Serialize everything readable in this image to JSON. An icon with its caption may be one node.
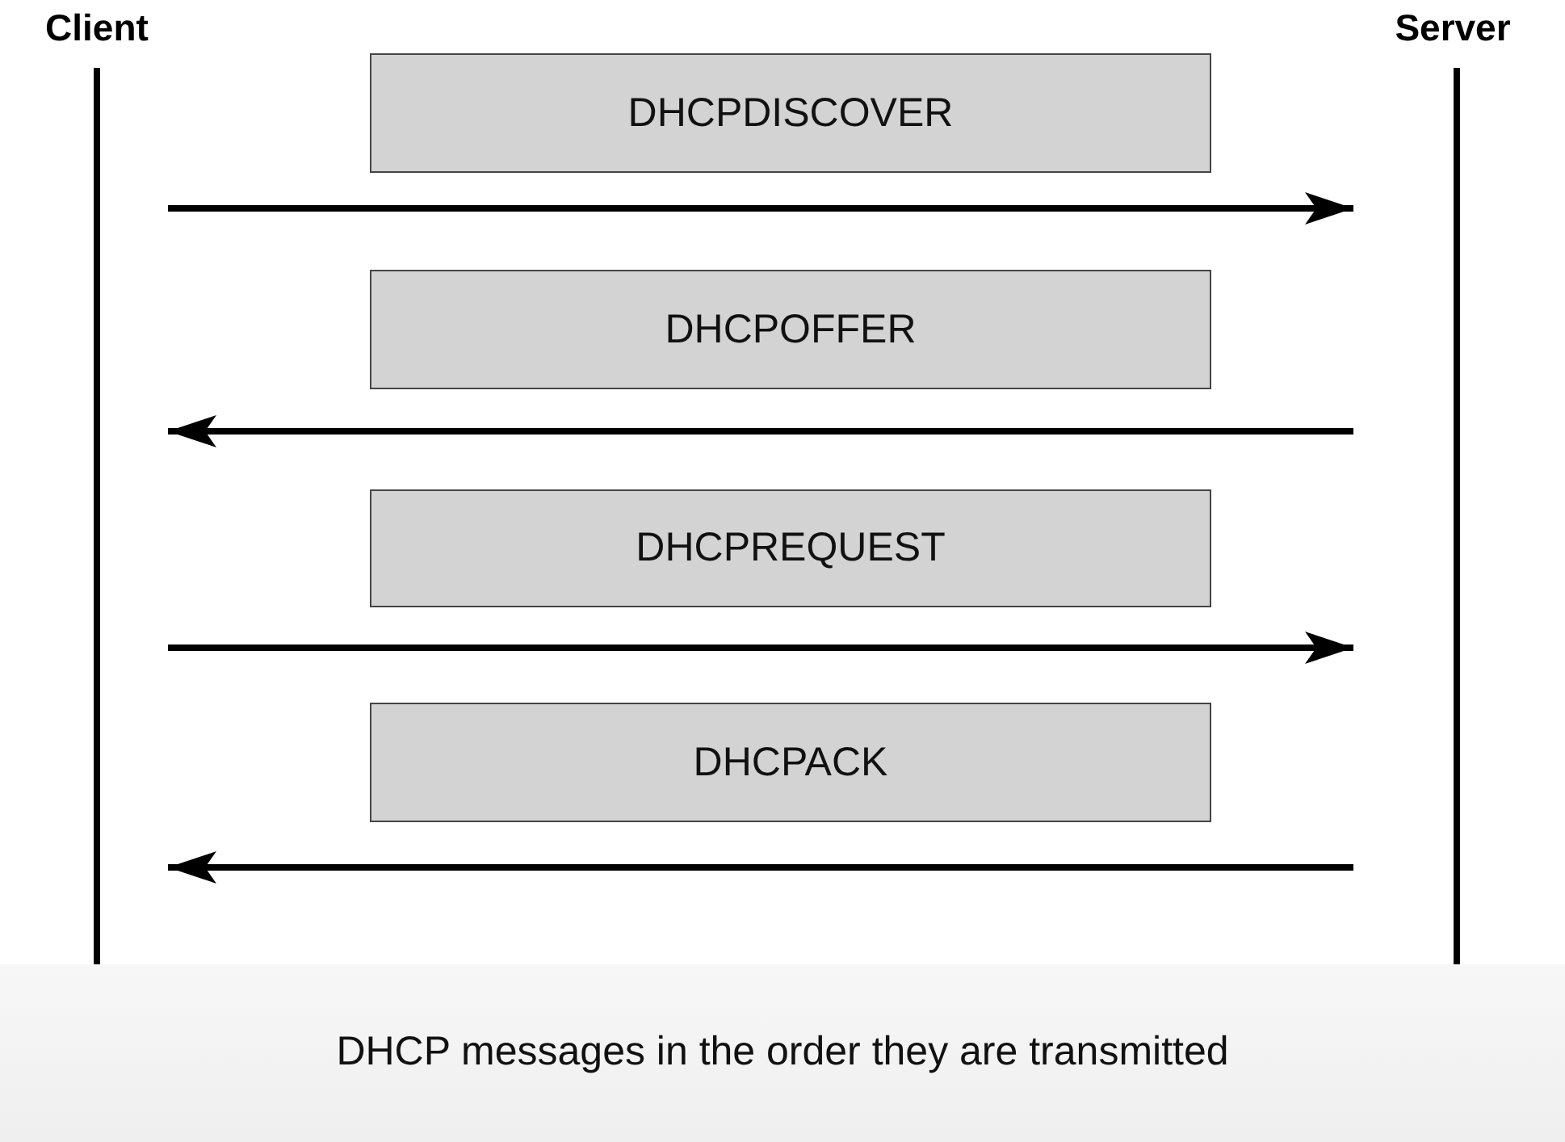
{
  "diagram": {
    "caption": "DHCP messages in the order they are transmitted",
    "nodes": [
      {
        "text": [
          "Client"
        ]
      },
      {
        "text": [
          "Server"
        ]
      },
      {
        "text": [
          "DHCPDISCOVER"
        ]
      },
      {
        "text": [
          "DHCPOFFER"
        ]
      },
      {
        "text": [
          "DHCPREQUEST"
        ]
      },
      {
        "text": [
          "DHCPACK"
        ]
      }
    ],
    "edges": [
      {
        "from": 0,
        "to": 1,
        "arrow": "to"
      },
      {
        "from": 1,
        "to": 0,
        "arrow": "to"
      },
      {
        "from": 0,
        "to": 1,
        "arrow": "to"
      },
      {
        "from": 1,
        "to": 0,
        "arrow": "to"
      }
    ]
  }
}
